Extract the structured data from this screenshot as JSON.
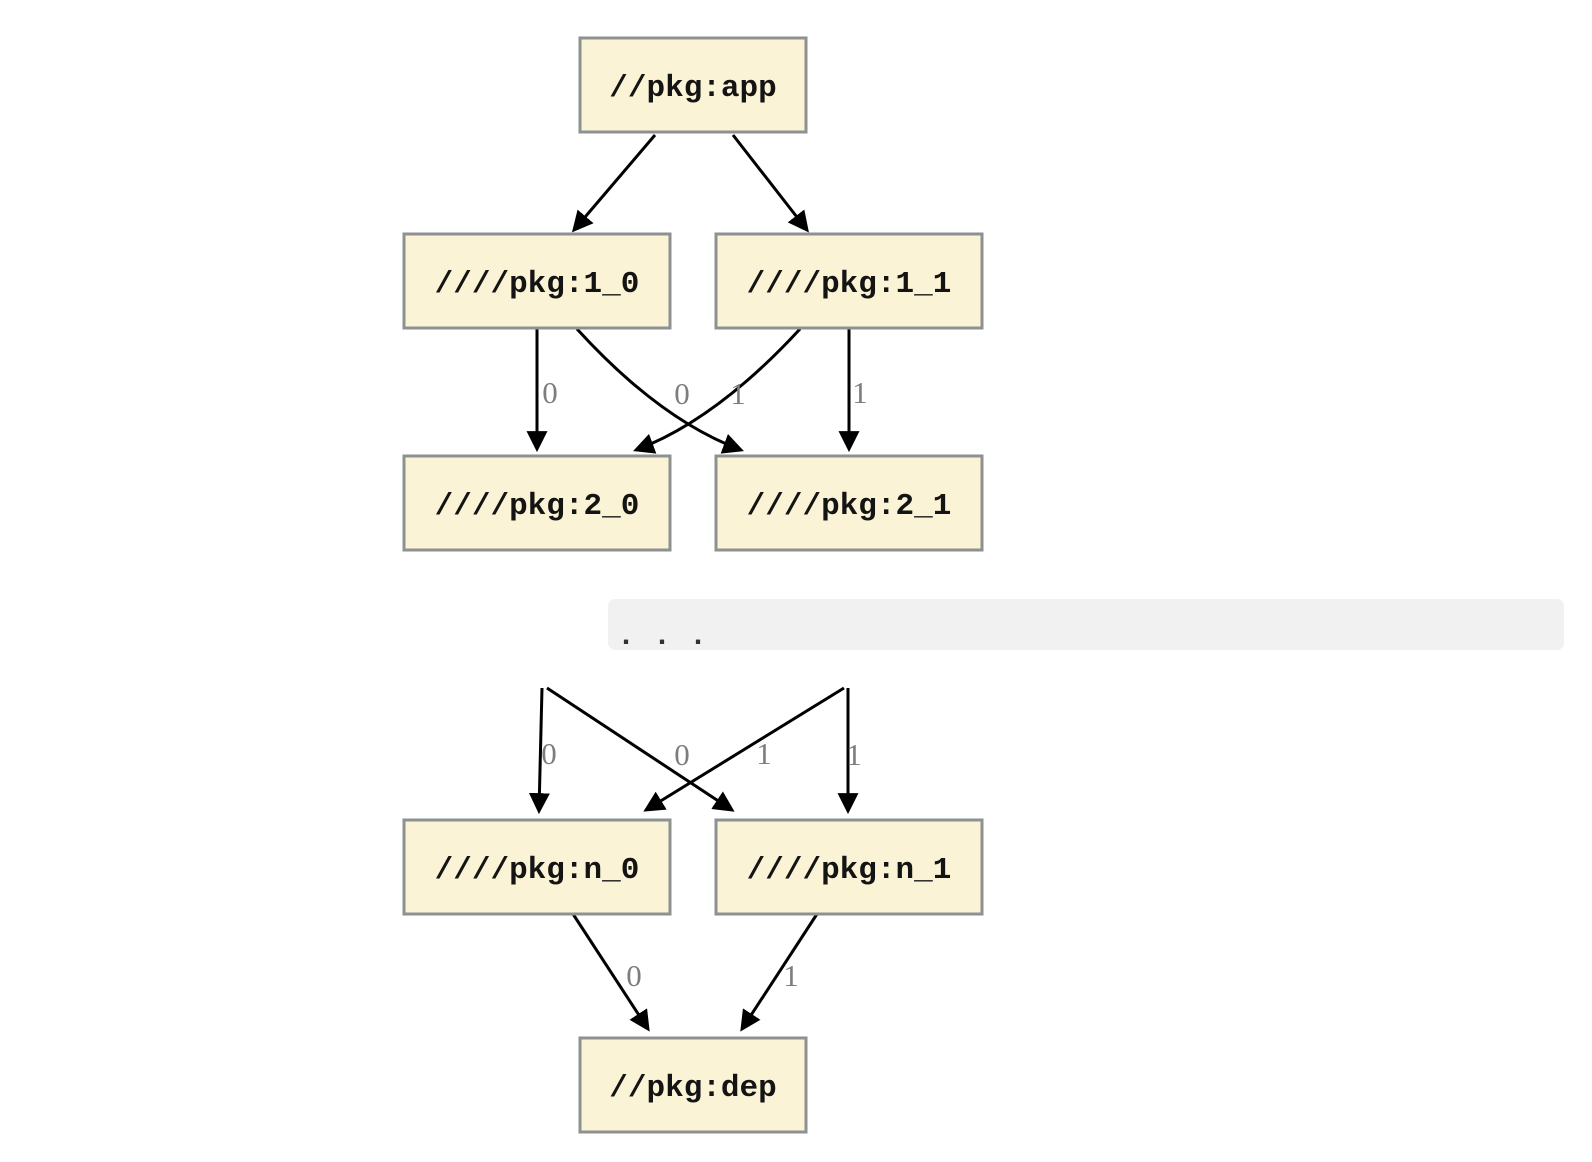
{
  "colors": {
    "background": "#ffffff",
    "node_fill": "#fbf3d5",
    "node_border": "#8d9192",
    "node_text": "#141414",
    "edge": "#000000",
    "edge_label": "#7d7d7d",
    "ellipsis_bg": "#f1f1f2",
    "ellipsis_text": "#333333"
  },
  "nodes": {
    "app": "//pkg:app",
    "v1_0": "////pkg:1_0",
    "v1_1": "////pkg:1_1",
    "v2_0": "////pkg:2_0",
    "v2_1": "////pkg:2_1",
    "vn_0": "////pkg:n_0",
    "vn_1": "////pkg:n_1",
    "dep": "//pkg:dep"
  },
  "edge_labels": {
    "e_1_0__2_0": "0",
    "e_1_1__2_0": "0",
    "e_1_0__2_1": "1",
    "e_1_1__2_1": "1",
    "e_ell__n_0": "0",
    "e_cross__n_0": "0",
    "e_cross__n_1": "1",
    "e_ell__n_1": "1",
    "e_n_0__dep": "0",
    "e_n_1__dep": "1"
  },
  "ellipsis": ". . ."
}
